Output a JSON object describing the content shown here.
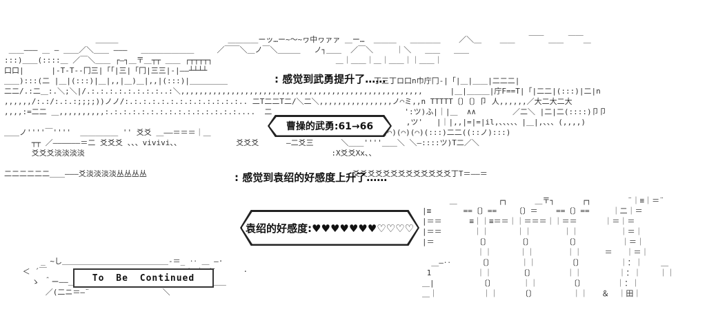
{
  "colors": {
    "background": "#ffffff",
    "ink": "#2f2f2f",
    "text": "#111111"
  },
  "notices": {
    "wuyong_up": ": 感觉到武勇提升了……",
    "haogan_up": ":  感觉到袁绍的好感度上升了……"
  },
  "stat_bubbles": {
    "caocao_wuyong": "曹操的武勇:61→66",
    "yuanshao_haogan": "袁绍的好感度:♥♥♥♥♥♥♥♡♡♡♡"
  },
  "footer": {
    "to_be_continued": "To Be Continued"
  },
  "scene": {
    "ascii_art": {
      "upper": [
        "",
        "                    ＿＿＿                        ＿＿＿＿ーッ…ー~〜~ヮ中ヮァァ ＿ー…  ＿＿＿   ＿＿＿＿    ／＼＿    ＿＿   ￣￣ ＿＿ ￣￣＿",
        " ＿＿――― ＿ ― ＿＿／＼＿＿ ―――   ＿＿＿＿＿＿＿     ／￣￣＼＿ノ￣＼＿＿＿   ノ┐＿＿  ／￣＼     ｜＼   ＿＿   ＿＿",
        ":::)＿＿(::::＿ ／￣＼＿＿ ┌―┐＿〒＿┬┬ ＿＿ ┌┬┬┬┬┐                           ＿｜＿＿｜＿｜＿＿｜｜＿＿｜",
        "口口|      |-T-T--冂三|「「|三|「冂|三三|-|――┴┴┴┴",
        "＿＿):::(二 |＿|(:::)|＿|,,|＿)＿|,,|(:::)|＿＿＿＿＿                                丁三丁ロ口n巾庁冂-|「|＿|＿＿|二二二|",
        "二二/.:二＿:.＼;＼|/.:.:.:.:.:.:.:.:..:＼,,,,,,,,,,,,,,,,,,,,,,,,,,,,,,,,,,,,,,,,,,,,,,,,,,,,,      |＿|＿＿＿|庁F==T|「|二二|(:::)|二|n",
        ",,,,,,/:.:/:.:.:;;;;))ノノ/:.:.:.:.:.:.:.:.:.:.:.:.:.. 二T二二T二/＼二＼,,,,,,,,,,,,,,,,ノ⌒ミ,,n TTTTT〔〕〔〕卩 人,,,,,,／大二大二大",
        ",,,,:=二二 ＿,,,,,,,,,,:.:.:.:.:.:.:.:.:.:.:.:.:.:.:....  二                             ':ツ)ふ|｜|＿  ∧∧        ／二＼ |二|二(::::)卩卩",
        "                                                                                        ,ツ'   |｜|,,|=|=|il,、、、、、|＿|,、、、(,,,,)",
        "＿＿ノ''''￣''''  ＿＿＿＿＿ '' 爻爻 ＿――＝＝＝｜＿                          ァ゙ ((:::)(⌒)(⌒)(⌒)(⌒)(:::)二二((::ノ):::)",
        "      ┬┬ ／――――――＝二 爻爻爻 、、、vivivi、、            爻爻爻      ―二爻三      ＼＿＿''''＿＿＼ ＼―::::ツ)T二／＼",
        "      爻爻爻淡淡淡淡                                                      :X爻爻Xx、、",
        "",
        "二二二二二二＿＿―――爻淡淡淡淡丛丛丛丛                                          :  爻爻爻爻爻爻爻爻爻爻爻爻爻丁T＝――＝"
      ],
      "fence_right": [
        "      ＿         ┌┐      ＿〒┐      ┌┐        ¨｜≡｜＝¨",
        "|≡       ==〔〕==    〔〕＝    ==〔〕==     ｜二｜＝",
        "|＝＝      ≡｜｜≡＝＝｜｜＝＝＝｜｜＝＝      ｜＝｜＝",
        "|＝＝       ｜｜      ｜｜       ｜｜         ｜＝｜",
        "|＝         〔〕      〔〕       〔〕         ｜＝｜",
        "            ｜｜      ｜｜       ｜｜     ＝   ｜＝｜",
        "  ＿―‥      〔〕      ｜｜       〔〕        ｜：｜    ＿",
        " 1          ｜｜      〔〕       ｜｜        ｜：｜    ｜｜",
        "＿|          〔〕      ｜｜       〔〕       ｜：｜",
        "＿｜          ｜｜     〔〕        ｜｜   ＆  ｜田｜",
        ""
      ],
      "bottom_left": [
        "     _ ~し＿＿＿＿＿＿＿＿＿＿＿＿＿＿-＝_ ‥ ＿ ―·",
        " ＜ ´￣                               ＼｜／¨      ·",
        "   ゝ ＾ー――＿＿＿＿-＝二ニ=-¨     ＼＿＿＿ ¨· ＿＿",
        "      ／(二ニ＝―¨                ＼"
      ]
    }
  }
}
